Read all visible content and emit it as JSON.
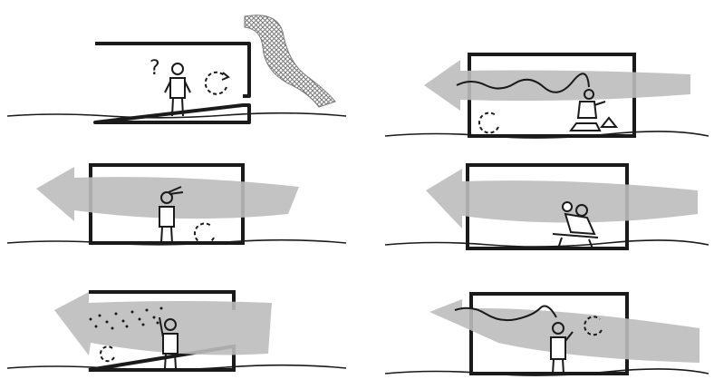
{
  "figure": {
    "panels": [
      {
        "id": "p1",
        "scene": "closed-room",
        "figure": "person-wondering",
        "glyph": "?",
        "airflow": "outside-blocked",
        "circulation": true
      },
      {
        "id": "p2",
        "scene": "cross-ventilation",
        "figure": "person-hair-blowing",
        "airflow": "through-room",
        "circulation": true
      },
      {
        "id": "p3",
        "scene": "cross-ventilation",
        "figure": "person-with-particles",
        "airflow": "through-room",
        "circulation": true
      },
      {
        "id": "p4",
        "scene": "cross-ventilation",
        "figure": "person-cooking-smoke",
        "airflow": "through-room",
        "circulation": true
      },
      {
        "id": "p5",
        "scene": "cross-ventilation",
        "figure": "person-reclining-chair",
        "airflow": "through-room",
        "circulation": false
      },
      {
        "id": "p6",
        "scene": "cross-ventilation",
        "figure": "person-smoking",
        "airflow": "through-room",
        "circulation": true
      }
    ],
    "colors": {
      "ink": "#1a1a1a",
      "airflow": "#bdbdbd",
      "hatch": "#8c8c8c",
      "background": "#ffffff"
    }
  }
}
